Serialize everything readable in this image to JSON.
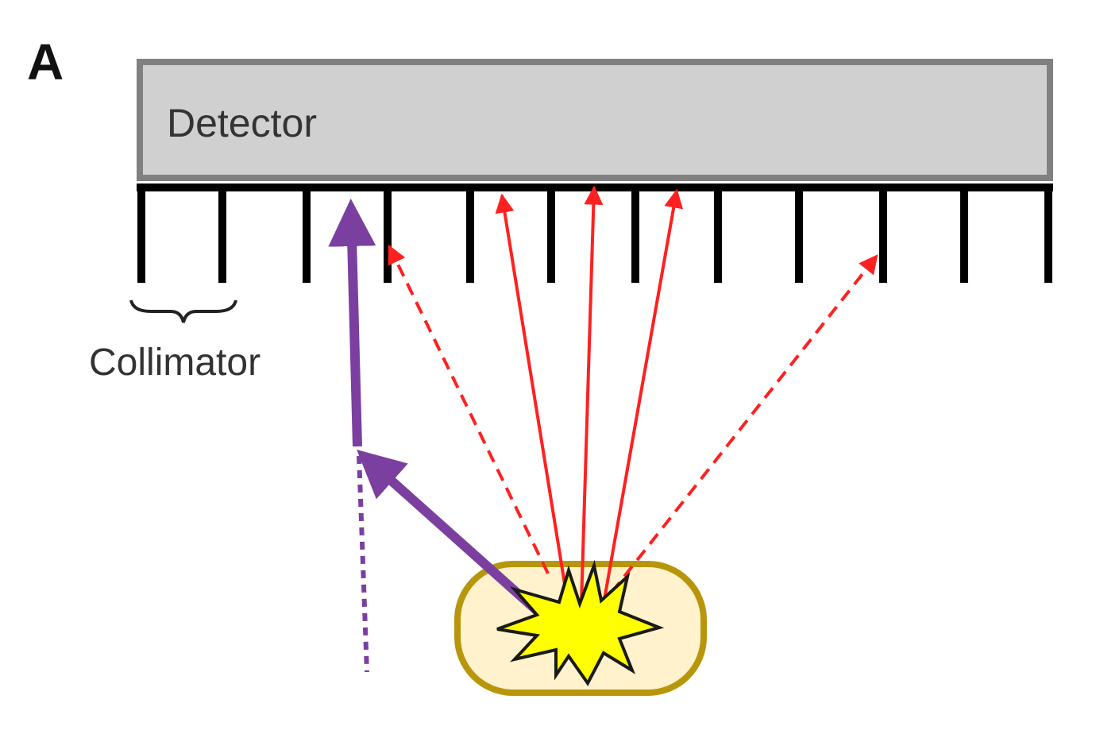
{
  "panel_label": "A",
  "detector": {
    "label": "Detector",
    "fill_color": "#d0d0d0",
    "border_color": "#808080"
  },
  "collimator": {
    "label": "Collimator",
    "septa_color": "#000000"
  },
  "rays": {
    "primary_color": "#ff2020",
    "scatter_color": "#7b3fa0"
  },
  "source": {
    "fill_color": "#fff2cc",
    "border_color": "#b8960c",
    "burst_color": "#ffff00",
    "icon": "explosion-burst-icon"
  }
}
